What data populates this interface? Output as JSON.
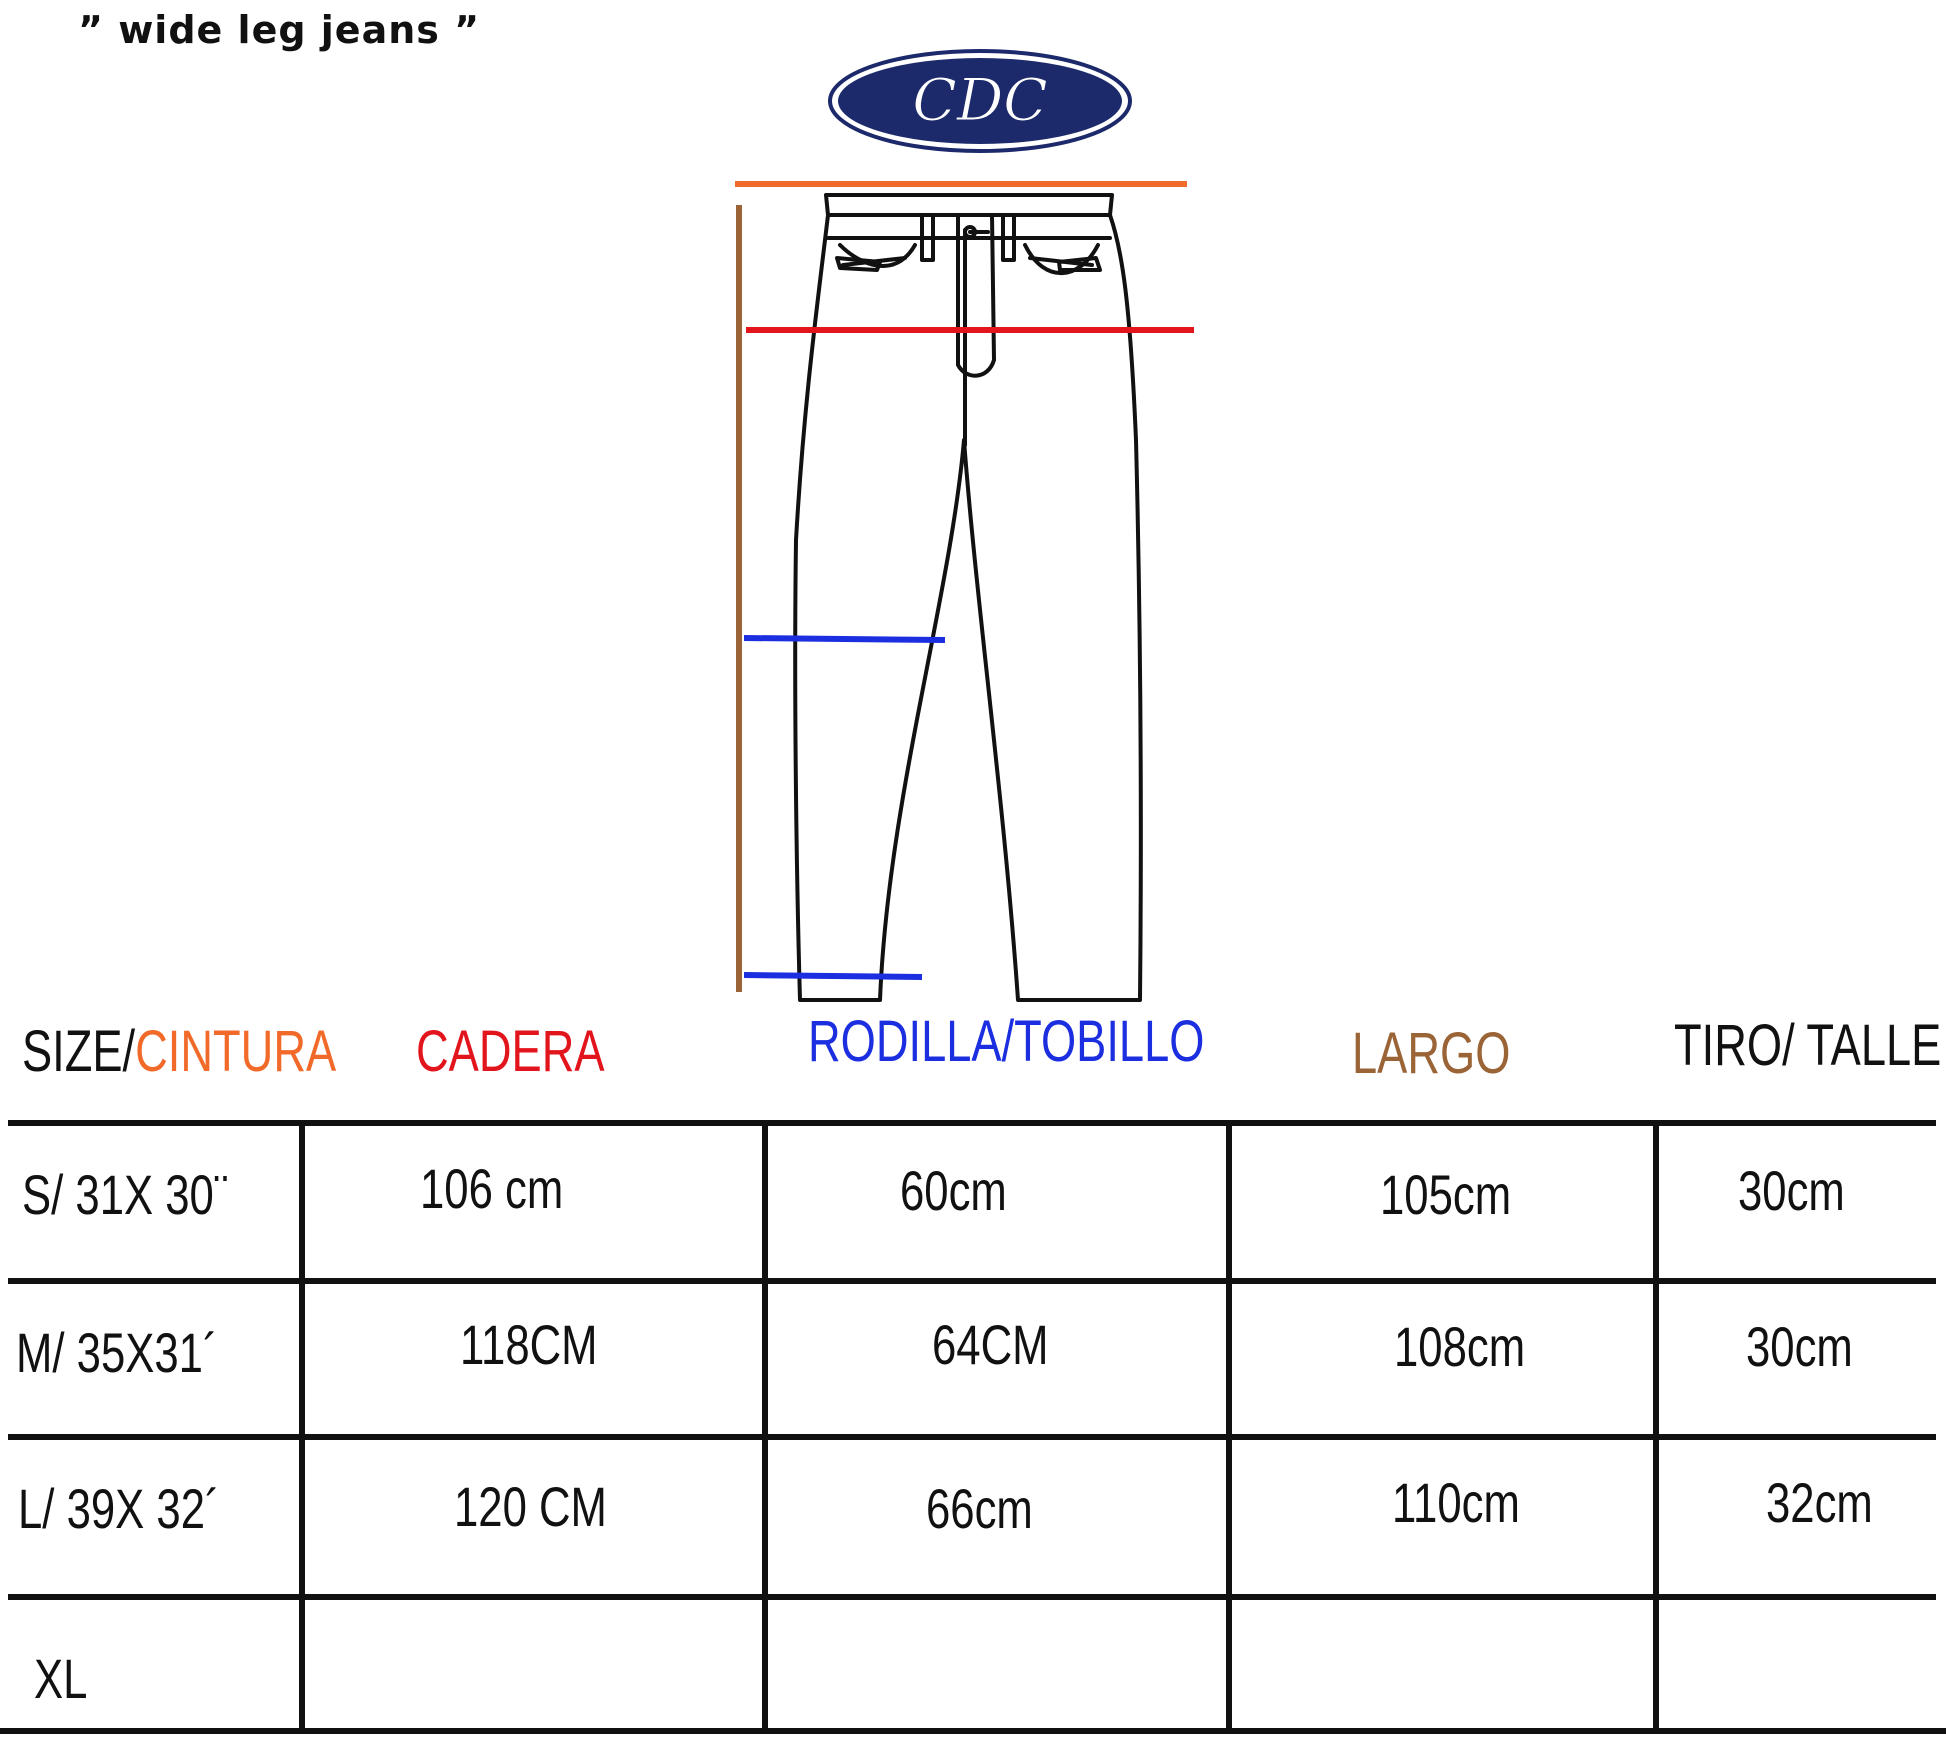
{
  "product_title": "” wide leg jeans  ”",
  "logo_text": "CDC",
  "colors": {
    "cintura": "#f26a2a",
    "cadera": "#e2151c",
    "rodilla_tobillo": "#1b2ee0",
    "largo": "#9a6436",
    "outline": "#111111"
  },
  "table": {
    "headers": {
      "size": "SIZE/",
      "cintura": "CINTURA",
      "cadera": "CADERA",
      "rodilla_tobillo": "RODILLA/TOBILLO",
      "largo": "LARGO",
      "tiro_talle": "TIRO/ TALLE"
    },
    "rows": [
      {
        "size": "S/ 31X 30¨",
        "cadera": "106 cm",
        "rodilla": "60cm",
        "largo": "105cm",
        "tiro": "30cm"
      },
      {
        "size": "M/ 35X31´",
        "cadera": "118CM",
        "rodilla": "64CM",
        "largo": "108cm",
        "tiro": "30cm"
      },
      {
        "size": "L/ 39X 32´",
        "cadera": "120 CM",
        "rodilla": "66cm",
        "largo": "110cm",
        "tiro": "32cm"
      },
      {
        "size": "XL",
        "cadera": "",
        "rodilla": "",
        "largo": "",
        "tiro": ""
      }
    ]
  }
}
